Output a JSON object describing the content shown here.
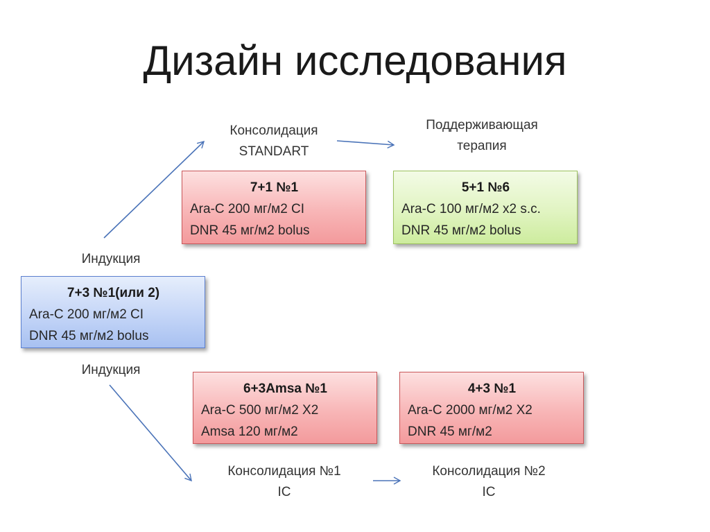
{
  "title": "Дизайн исследования",
  "labels": {
    "consolidation_standard": [
      "Консолидация",
      "STANDART"
    ],
    "maintenance": [
      "Поддерживающая",
      "терапия"
    ],
    "induction_top": "Индукция",
    "induction_bottom": "Индукция",
    "consolidation_1": [
      "Консолидация №1",
      "IC"
    ],
    "consolidation_2": [
      "Консолидация №2",
      "IC"
    ]
  },
  "boxes": {
    "induction": {
      "head": "7+3  №1(или 2)",
      "rows": [
        "Ara-C 200 мг/м2 CI",
        "DNR 45 мг/м2 bolus"
      ],
      "color": "#c4d5f7"
    },
    "standard": {
      "head": "7+1  №1",
      "rows": [
        "Ara-C 200 мг/м2 CI",
        "DNR 45 мг/м2 bolus"
      ],
      "color": "#f8b6b7"
    },
    "maintenance": {
      "head": "5+1  №6",
      "rows": [
        "Ara-C 100 мг/м2 x2 s.c.",
        "DNR 45 мг/м2 bolus"
      ],
      "color": "#e1f4c2"
    },
    "amsa": {
      "head": "6+3Amsa  №1",
      "rows": [
        "Ara-C 500 мг/м2 X2",
        "Amsa 120 мг/м2"
      ],
      "color": "#f8b6b7"
    },
    "high_dose": {
      "head": "4+3 №1",
      "rows": [
        "Ara-C 2000 мг/м2 X2",
        "DNR 45 мг/м2"
      ],
      "color": "#f8b6b7"
    }
  },
  "arrow_color": "#4a73b8"
}
